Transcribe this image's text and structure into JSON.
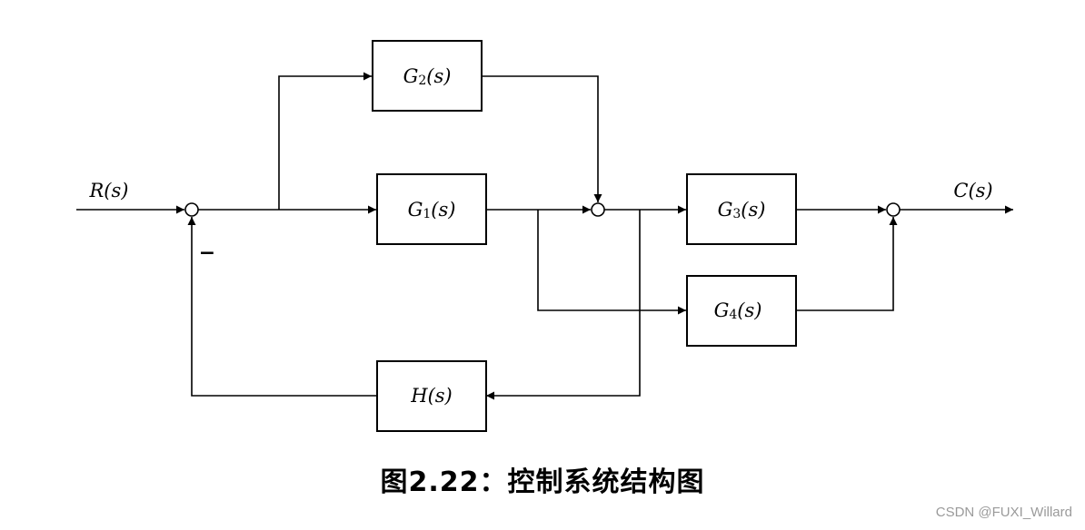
{
  "diagram": {
    "input_label": "R(s)",
    "output_label": "C(s)",
    "feedback_sign": "−",
    "blocks": {
      "g1": "G1(s)",
      "g2": "G2(s)",
      "g3": "G3(s)",
      "g4": "G4(s)",
      "h": "H(s)"
    }
  },
  "caption": "图2.22：控制系统结构图",
  "watermark": "CSDN @FUXI_Willard"
}
